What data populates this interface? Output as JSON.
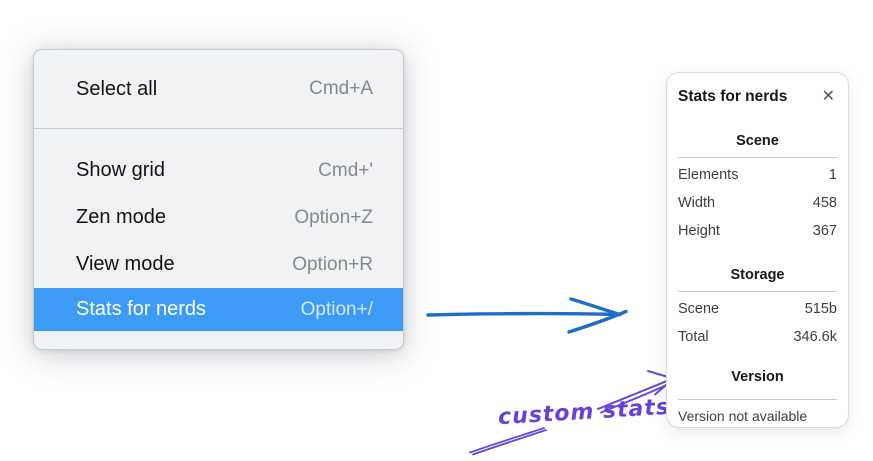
{
  "context_menu": {
    "items": [
      {
        "label": "Select all",
        "shortcut": "Cmd+A",
        "selected": false
      },
      {
        "label": "Show grid",
        "shortcut": "Cmd+'",
        "selected": false
      },
      {
        "label": "Zen mode",
        "shortcut": "Option+Z",
        "selected": false
      },
      {
        "label": "View mode",
        "shortcut": "Option+R",
        "selected": false
      },
      {
        "label": "Stats for nerds",
        "shortcut": "Option+/",
        "selected": true
      }
    ],
    "highlight_color": "#3d9af5",
    "background_color": "#f1f2f4"
  },
  "stats_panel": {
    "title": "Stats for nerds",
    "close_icon": "✕",
    "sections": [
      {
        "heading": "Scene",
        "rows": [
          [
            "Elements",
            "1"
          ],
          [
            "Width",
            "458"
          ],
          [
            "Height",
            "367"
          ]
        ]
      },
      {
        "heading": "Storage",
        "rows": [
          [
            "Scene",
            "515b"
          ],
          [
            "Total",
            "346.6k"
          ]
        ]
      },
      {
        "heading": "Version",
        "note": "Version not available"
      }
    ]
  },
  "annotations": {
    "custom_stats_label": "custom stats",
    "blue_arrow_color": "#1e6fc4",
    "purple_color": "#6948d8"
  }
}
